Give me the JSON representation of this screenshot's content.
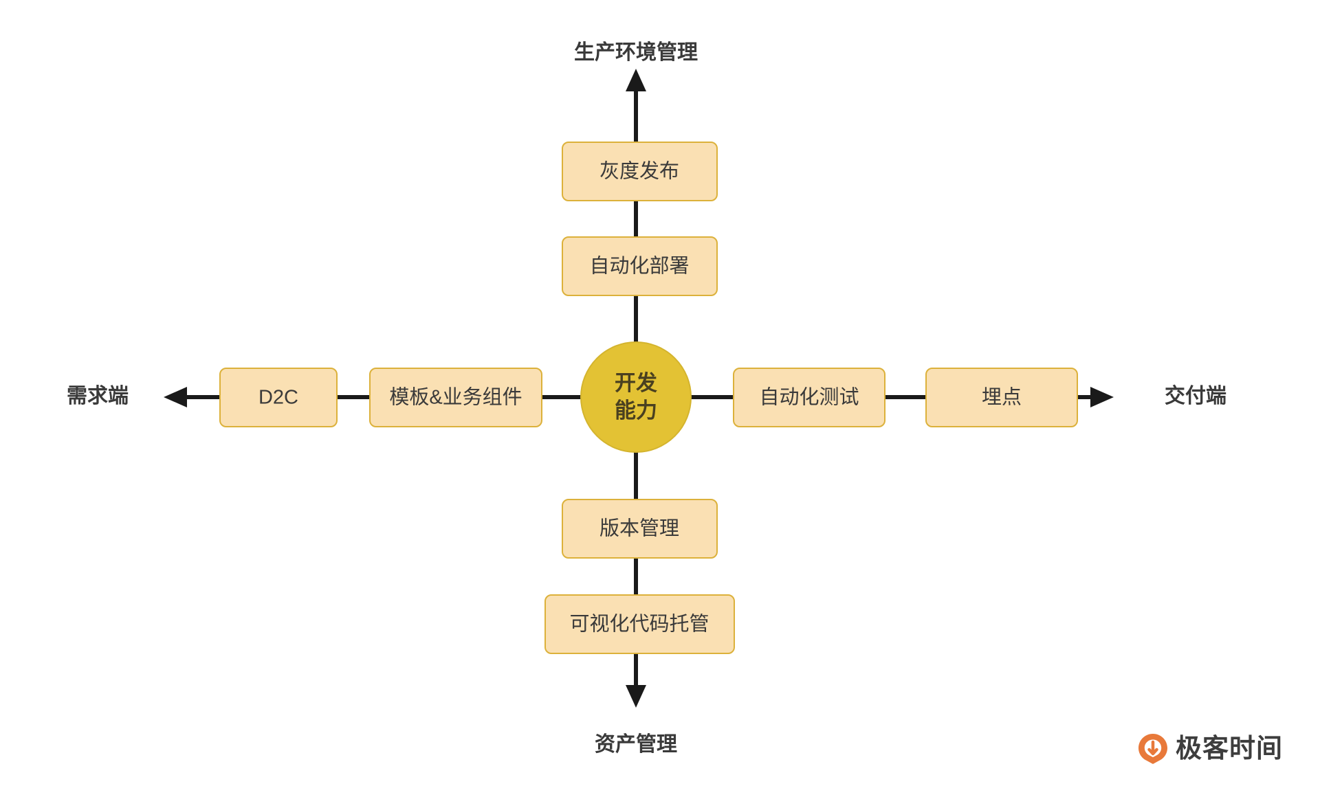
{
  "diagram": {
    "title_hidden": "",
    "background_color": "#ffffff",
    "center": {
      "label_line1": "开发",
      "label_line2": "能力",
      "fill": "#e3c234",
      "stroke": "#d4b42e"
    },
    "axes": {
      "up_label": "生产环境管理",
      "down_label": "资产管理",
      "left_label": "需求端",
      "right_label": "交付端",
      "line_color": "#1a1a1a"
    },
    "branches": {
      "up": [
        {
          "label": "灰度发布"
        },
        {
          "label": "自动化部署"
        }
      ],
      "down": [
        {
          "label": "版本管理"
        },
        {
          "label": "可视化代码托管"
        }
      ],
      "left": [
        {
          "label": "模板&业务组件"
        },
        {
          "label": "D2C"
        }
      ],
      "right": [
        {
          "label": "自动化测试"
        },
        {
          "label": "埋点"
        }
      ]
    },
    "box_style": {
      "fill": "#fae0b3",
      "stroke": "#dcb13a"
    }
  },
  "watermark": {
    "brand_text": "极客时间",
    "mark_color": "#e8793a",
    "text_color": "#3d3d3d",
    "icon": "geektime-logo-icon"
  }
}
